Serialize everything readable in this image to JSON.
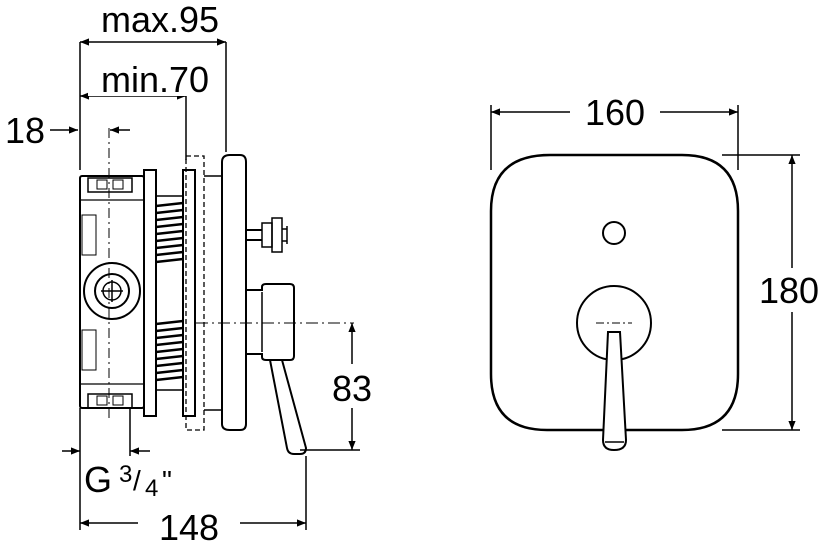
{
  "side_view": {
    "dim_max": "max.95",
    "dim_min": "min.70",
    "dim_offset": "18",
    "dim_height": "83",
    "dim_width": "148",
    "thread_prefix": "G",
    "thread_num": "3",
    "thread_sep": "/",
    "thread_den": "4",
    "thread_unit": "\""
  },
  "front_view": {
    "dim_width": "160",
    "dim_height": "180"
  },
  "colors": {
    "line": "#000000",
    "background": "#ffffff"
  }
}
